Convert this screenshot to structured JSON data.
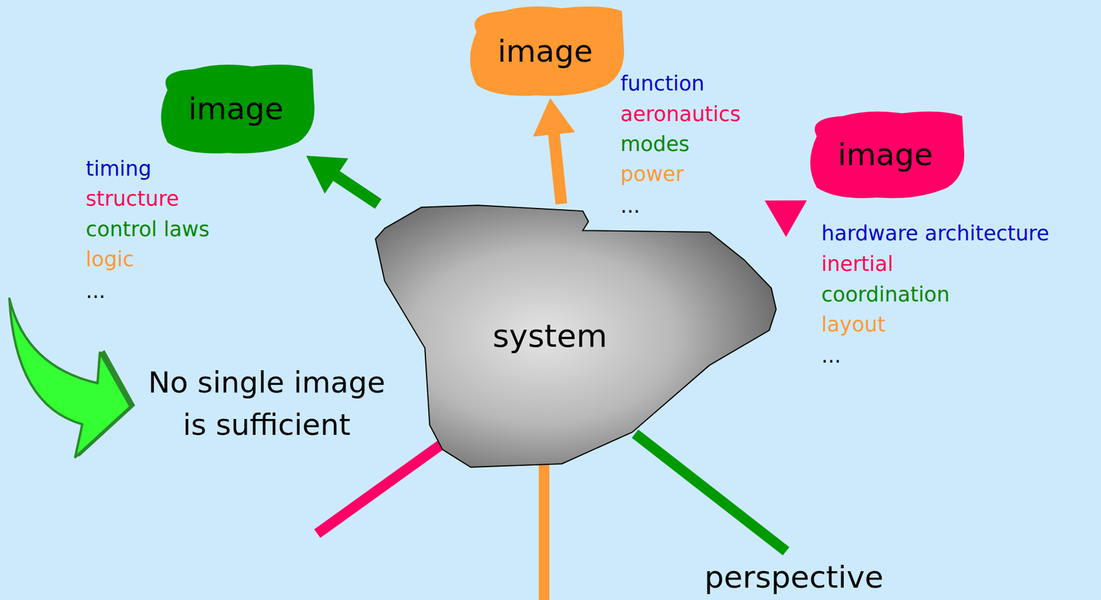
{
  "diagram": {
    "nodes": [
      {
        "text": [
          "image"
        ]
      },
      {
        "text": [
          "image"
        ]
      },
      {
        "text": [
          "image"
        ]
      },
      {
        "text": [
          "system"
        ]
      }
    ],
    "edges": [
      {
        "from": 3,
        "to": 0,
        "arrow": "to"
      },
      {
        "from": 3,
        "to": 1,
        "arrow": "to"
      },
      {
        "from": 3,
        "to": 2,
        "arrow": "to"
      }
    ],
    "labels": [
      "function",
      "aeronautics",
      "modes",
      "power",
      "...",
      "timing",
      "structure",
      "control laws",
      "logic",
      "...",
      "hardware architecture",
      "inertial",
      "coordination",
      "layout",
      "...",
      "No single image is sufficient",
      "perspective"
    ]
  }
}
